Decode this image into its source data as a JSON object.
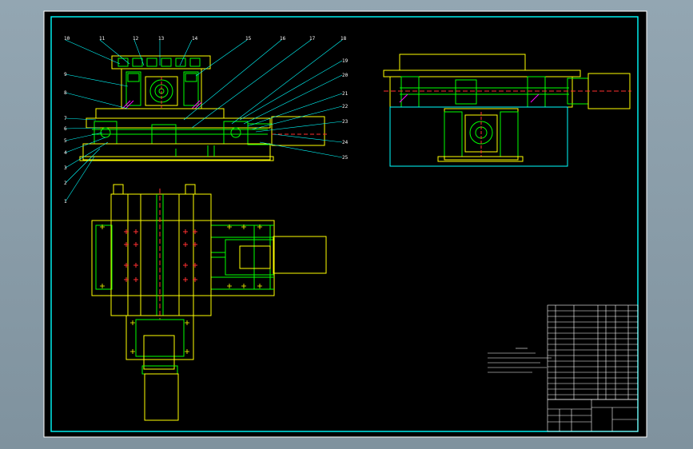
{
  "balloons": {
    "top": [
      "10",
      "11",
      "12",
      "13",
      "14",
      "15",
      "16",
      "17",
      "18"
    ],
    "left": [
      "9",
      "8",
      "7",
      "6",
      "5",
      "4",
      "3",
      "2",
      "1"
    ],
    "right": [
      "19",
      "20",
      "21",
      "22",
      "23",
      "24",
      "25"
    ]
  },
  "colors": {
    "background": "#000000",
    "frame": "#00ffff",
    "outline": "#ffff00",
    "part": "#00ff00",
    "center": "#ff3030",
    "leader": "#00ffff",
    "hatch": "#ff00ff",
    "table": "#ffffff"
  }
}
